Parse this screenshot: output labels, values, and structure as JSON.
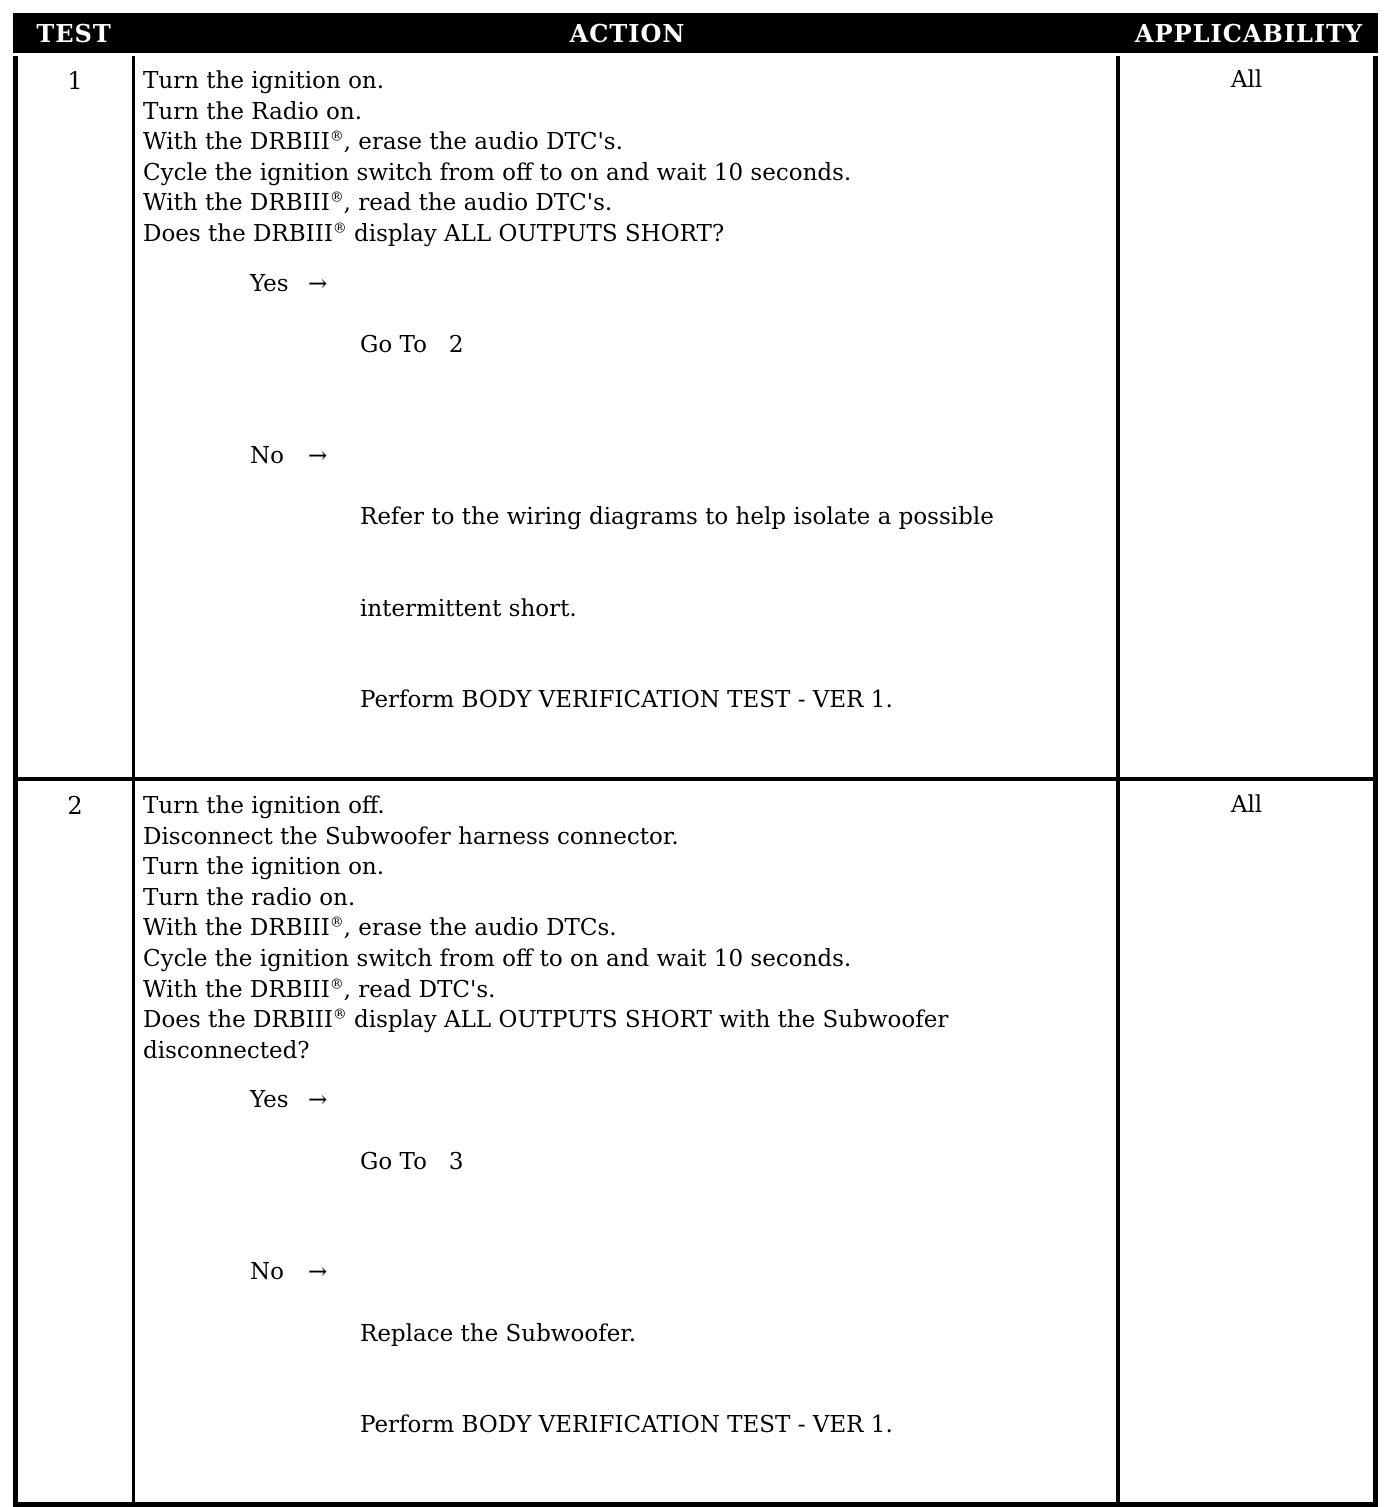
{
  "table": {
    "headers": {
      "test": "TEST",
      "action": "ACTION",
      "applicability": "APPLICABILITY"
    },
    "rows": [
      {
        "test": "1",
        "applicability": "All",
        "steps": [
          "Turn the ignition on.",
          "Turn the Radio on.",
          "With the DRBIII®, erase the audio DTC's.",
          "Cycle the ignition switch from off to on and wait 10 seconds.",
          "With the DRBIII®, read the audio DTC's.",
          "Does the DRBIII® display ALL OUTPUTS SHORT?"
        ],
        "branches": [
          {
            "answer": "Yes",
            "arrow": "→",
            "result_lines": [
              "Go To   2"
            ]
          },
          {
            "answer": "No",
            "arrow": "→",
            "result_lines": [
              "Refer to the wiring diagrams to help isolate a possible",
              "intermittent short.",
              "Perform BODY VERIFICATION TEST - VER 1."
            ]
          }
        ]
      },
      {
        "test": "2",
        "applicability": "All",
        "steps": [
          "Turn the ignition off.",
          "Disconnect the Subwoofer harness connector.",
          "Turn the ignition on.",
          "Turn the radio on.",
          "With the DRBIII®, erase the audio DTCs.",
          "Cycle the ignition switch from off to on and wait 10 seconds.",
          "With the DRBIII®, read DTC's.",
          "Does the DRBIII® display ALL OUTPUTS SHORT with the Subwoofer disconnected?"
        ],
        "branches": [
          {
            "answer": "Yes",
            "arrow": "→",
            "result_lines": [
              "Go To   3"
            ]
          },
          {
            "answer": "No",
            "arrow": "→",
            "result_lines": [
              "Replace the Subwoofer.",
              "Perform BODY VERIFICATION TEST - VER 1."
            ]
          }
        ]
      }
    ]
  }
}
